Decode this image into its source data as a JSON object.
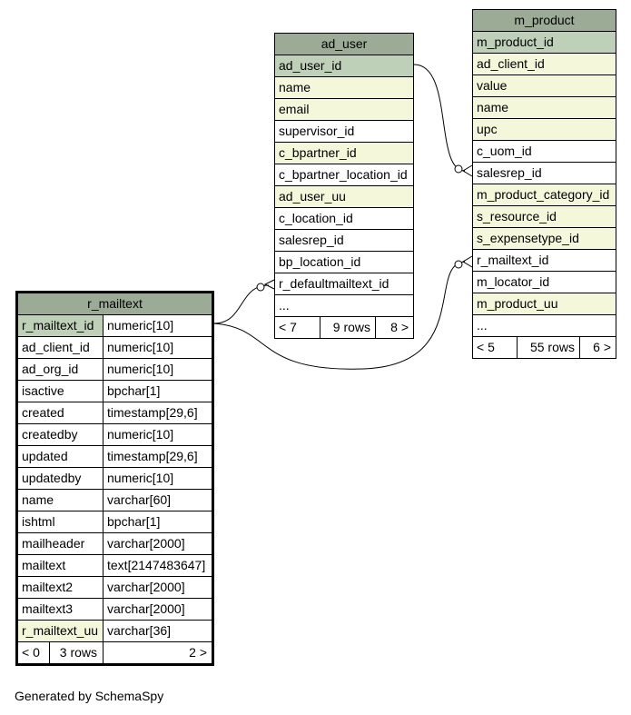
{
  "tables": {
    "m_product": {
      "title": "m_product",
      "columns": [
        "m_product_id",
        "ad_client_id",
        "value",
        "name",
        "upc",
        "c_uom_id",
        "salesrep_id",
        "m_product_category_id",
        "s_resource_id",
        "s_expensetype_id",
        "r_mailtext_id",
        "m_locator_id",
        "m_product_uu",
        "..."
      ],
      "nav": {
        "prev": "< 5",
        "rows": "55 rows",
        "next": "6 >"
      }
    },
    "ad_user": {
      "title": "ad_user",
      "columns": [
        "ad_user_id",
        "name",
        "email",
        "supervisor_id",
        "c_bpartner_id",
        "c_bpartner_location_id",
        "ad_user_uu",
        "c_location_id",
        "salesrep_id",
        "bp_location_id",
        "r_defaultmailtext_id",
        "..."
      ],
      "nav": {
        "prev": "< 7",
        "rows": "9 rows",
        "next": "8 >"
      }
    },
    "r_mailtext": {
      "title": "r_mailtext",
      "columns": [
        {
          "name": "r_mailtext_id",
          "type": "numeric[10]"
        },
        {
          "name": "ad_client_id",
          "type": "numeric[10]"
        },
        {
          "name": "ad_org_id",
          "type": "numeric[10]"
        },
        {
          "name": "isactive",
          "type": "bpchar[1]"
        },
        {
          "name": "created",
          "type": "timestamp[29,6]"
        },
        {
          "name": "createdby",
          "type": "numeric[10]"
        },
        {
          "name": "updated",
          "type": "timestamp[29,6]"
        },
        {
          "name": "updatedby",
          "type": "numeric[10]"
        },
        {
          "name": "name",
          "type": "varchar[60]"
        },
        {
          "name": "ishtml",
          "type": "bpchar[1]"
        },
        {
          "name": "mailheader",
          "type": "varchar[2000]"
        },
        {
          "name": "mailtext",
          "type": "text[2147483647]"
        },
        {
          "name": "mailtext2",
          "type": "varchar[2000]"
        },
        {
          "name": "mailtext3",
          "type": "varchar[2000]"
        },
        {
          "name": "r_mailtext_uu",
          "type": "varchar[36]"
        }
      ],
      "nav": {
        "prev": "< 0",
        "rows": "3 rows",
        "next": "2 >"
      }
    }
  },
  "footer": "Generated by SchemaSpy",
  "colors": {
    "header": "#9bab96",
    "primary_key": "#bed1b8",
    "indexed": "#f4f7da"
  }
}
